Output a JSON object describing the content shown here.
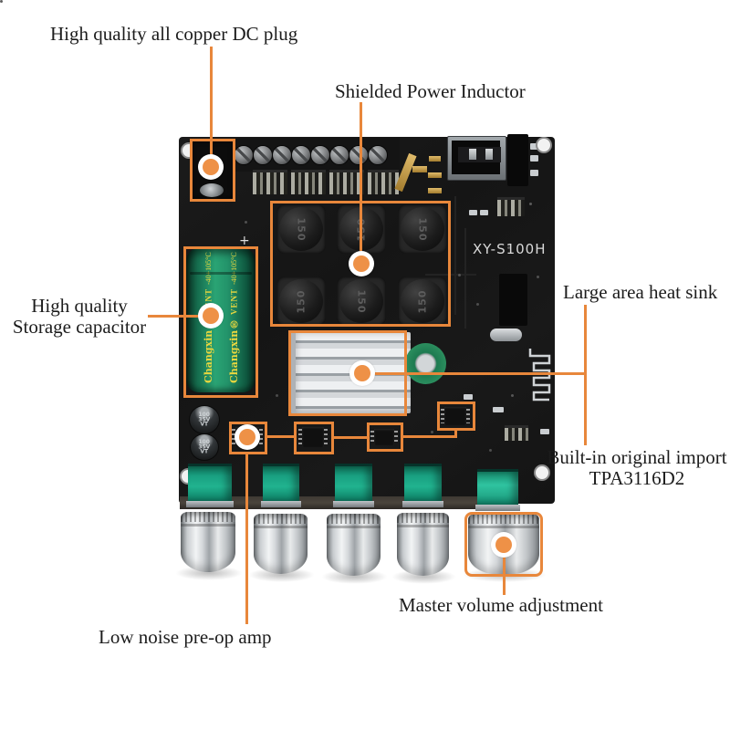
{
  "colors": {
    "callout_orange": "#E8873B",
    "board_black": "#171717",
    "pot_green": "#1CA886",
    "capacitor_green": "#1F8F67",
    "heatsink_silver": "#D3D6D9",
    "knob_silver": "#C9CDD0",
    "background": "#FFFFFF"
  },
  "board": {
    "model": "XY-S100H",
    "plus_mark": "+",
    "inductor_marking": "150",
    "capacitor_brand": "Changxin®",
    "capacitor_vent": "VENT",
    "capacitor_temp": "-40+105°C",
    "small_cap_value": "100",
    "small_cap_voltage": "35V",
    "small_cap_series": "VT"
  },
  "annotations": {
    "dc_plug": {
      "label": "High quality all copper DC plug"
    },
    "power_inductor": {
      "label": "Shielded Power Inductor"
    },
    "storage_capacitor": {
      "label_line1": "High quality",
      "label_line2": "Storage capacitor"
    },
    "heat_sink": {
      "label": "Large area heat sink"
    },
    "amplifier_chip": {
      "label_line1": "Built-in original import",
      "label_line2": "TPA3116D2"
    },
    "master_volume": {
      "label": "Master volume adjustment"
    },
    "preamp": {
      "label": "Low noise pre-op amp"
    }
  }
}
